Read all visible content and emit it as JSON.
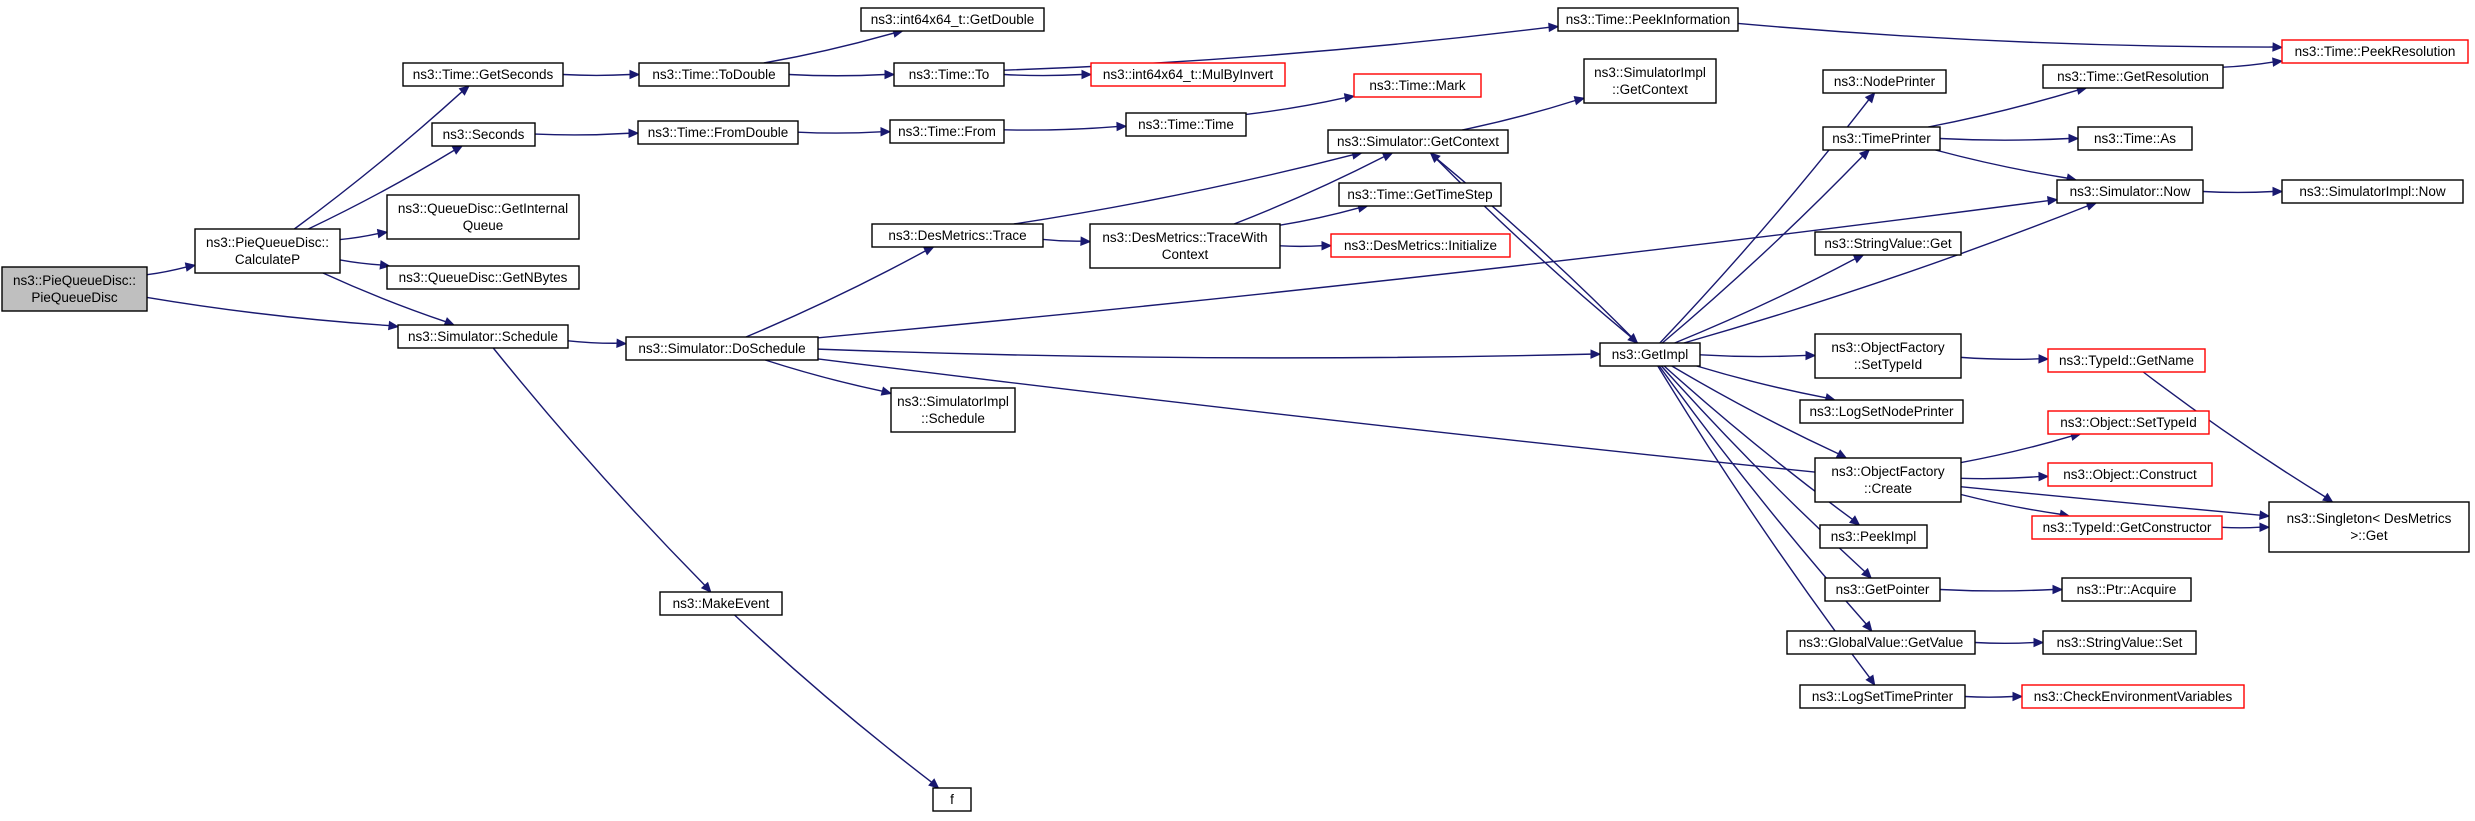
{
  "diagram": {
    "nodes": [
      {
        "id": "root",
        "lines": [
          "ns3::PieQueueDisc::",
          "PieQueueDisc"
        ],
        "style": "root"
      },
      {
        "id": "calcp",
        "lines": [
          "ns3::PieQueueDisc::",
          "CalculateP"
        ],
        "style": "normal"
      },
      {
        "id": "getsec",
        "lines": [
          "ns3::Time::GetSeconds"
        ],
        "style": "normal"
      },
      {
        "id": "seconds",
        "lines": [
          "ns3::Seconds"
        ],
        "style": "normal"
      },
      {
        "id": "getiq",
        "lines": [
          "ns3::QueueDisc::GetInternal",
          "Queue"
        ],
        "style": "normal"
      },
      {
        "id": "getnb",
        "lines": [
          "ns3::QueueDisc::GetNBytes"
        ],
        "style": "normal"
      },
      {
        "id": "sched",
        "lines": [
          "ns3::Simulator::Schedule"
        ],
        "style": "normal"
      },
      {
        "id": "todbl",
        "lines": [
          "ns3::Time::ToDouble"
        ],
        "style": "normal"
      },
      {
        "id": "fromdbl",
        "lines": [
          "ns3::Time::FromDouble"
        ],
        "style": "normal"
      },
      {
        "id": "dosched",
        "lines": [
          "ns3::Simulator::DoSchedule"
        ],
        "style": "normal"
      },
      {
        "id": "makeev",
        "lines": [
          "ns3::MakeEvent"
        ],
        "style": "normal"
      },
      {
        "id": "f",
        "lines": [
          "f"
        ],
        "style": "normal"
      },
      {
        "id": "getdbl",
        "lines": [
          "ns3::int64x64_t::GetDouble"
        ],
        "style": "normal"
      },
      {
        "id": "timeto",
        "lines": [
          "ns3::Time::To"
        ],
        "style": "normal"
      },
      {
        "id": "timefrom",
        "lines": [
          "ns3::Time::From"
        ],
        "style": "normal"
      },
      {
        "id": "mulby",
        "lines": [
          "ns3::int64x64_t::MulByInvert"
        ],
        "style": "truncated"
      },
      {
        "id": "timetime",
        "lines": [
          "ns3::Time::Time"
        ],
        "style": "normal"
      },
      {
        "id": "dmtrace",
        "lines": [
          "ns3::DesMetrics::Trace"
        ],
        "style": "normal"
      },
      {
        "id": "dmtwc",
        "lines": [
          "ns3::DesMetrics::TraceWith",
          "Context"
        ],
        "style": "normal"
      },
      {
        "id": "simimplsched",
        "lines": [
          "ns3::SimulatorImpl",
          "::Schedule"
        ],
        "style": "normal"
      },
      {
        "id": "peekinfo",
        "lines": [
          "ns3::Time::PeekInformation"
        ],
        "style": "normal"
      },
      {
        "id": "mark",
        "lines": [
          "ns3::Time::Mark"
        ],
        "style": "truncated"
      },
      {
        "id": "getctx",
        "lines": [
          "ns3::Simulator::GetContext"
        ],
        "style": "normal"
      },
      {
        "id": "simimplctx",
        "lines": [
          "ns3::SimulatorImpl",
          "::GetContext"
        ],
        "style": "normal"
      },
      {
        "id": "gettimestep",
        "lines": [
          "ns3::Time::GetTimeStep"
        ],
        "style": "normal"
      },
      {
        "id": "dminit",
        "lines": [
          "ns3::DesMetrics::Initialize"
        ],
        "style": "truncated"
      },
      {
        "id": "getimpl",
        "lines": [
          "ns3::GetImpl"
        ],
        "style": "normal"
      },
      {
        "id": "nodeprinter",
        "lines": [
          "ns3::NodePrinter"
        ],
        "style": "normal"
      },
      {
        "id": "timeprinter",
        "lines": [
          "ns3::TimePrinter"
        ],
        "style": "normal"
      },
      {
        "id": "svget",
        "lines": [
          "ns3::StringValue::Get"
        ],
        "style": "normal"
      },
      {
        "id": "ofsettid",
        "lines": [
          "ns3::ObjectFactory",
          "::SetTypeId"
        ],
        "style": "normal"
      },
      {
        "id": "logsetnp",
        "lines": [
          "ns3::LogSetNodePrinter"
        ],
        "style": "normal"
      },
      {
        "id": "ofcreate",
        "lines": [
          "ns3::ObjectFactory",
          "::Create"
        ],
        "style": "normal"
      },
      {
        "id": "peekimpl",
        "lines": [
          "ns3::PeekImpl"
        ],
        "style": "normal"
      },
      {
        "id": "getptr",
        "lines": [
          "ns3::GetPointer"
        ],
        "style": "normal"
      },
      {
        "id": "gvgetval",
        "lines": [
          "ns3::GlobalValue::GetValue"
        ],
        "style": "normal"
      },
      {
        "id": "logsettp",
        "lines": [
          "ns3::LogSetTimePrinter"
        ],
        "style": "normal"
      },
      {
        "id": "getres",
        "lines": [
          "ns3::Time::GetResolution"
        ],
        "style": "normal"
      },
      {
        "id": "timeas",
        "lines": [
          "ns3::Time::As"
        ],
        "style": "normal"
      },
      {
        "id": "simnow",
        "lines": [
          "ns3::Simulator::Now"
        ],
        "style": "normal"
      },
      {
        "id": "tidgetname",
        "lines": [
          "ns3::TypeId::GetName"
        ],
        "style": "truncated"
      },
      {
        "id": "objsettid",
        "lines": [
          "ns3::Object::SetTypeId"
        ],
        "style": "truncated"
      },
      {
        "id": "objconstruct",
        "lines": [
          "ns3::Object::Construct"
        ],
        "style": "truncated"
      },
      {
        "id": "tidgetctor",
        "lines": [
          "ns3::TypeId::GetConstructor"
        ],
        "style": "truncated"
      },
      {
        "id": "ptracq",
        "lines": [
          "ns3::Ptr::Acquire"
        ],
        "style": "normal"
      },
      {
        "id": "svset",
        "lines": [
          "ns3::StringValue::Set"
        ],
        "style": "normal"
      },
      {
        "id": "checkenv",
        "lines": [
          "ns3::CheckEnvironmentVariables"
        ],
        "style": "truncated"
      },
      {
        "id": "peekres",
        "lines": [
          "ns3::Time::PeekResolution"
        ],
        "style": "truncated"
      },
      {
        "id": "simimplnow",
        "lines": [
          "ns3::SimulatorImpl::Now"
        ],
        "style": "normal"
      },
      {
        "id": "singleton",
        "lines": [
          "ns3::Singleton< DesMetrics",
          " >::Get"
        ],
        "style": "normal"
      }
    ],
    "edges": [
      {
        "from": "root",
        "to": "calcp"
      },
      {
        "from": "root",
        "to": "sched"
      },
      {
        "from": "calcp",
        "to": "getsec"
      },
      {
        "from": "calcp",
        "to": "seconds"
      },
      {
        "from": "calcp",
        "to": "getiq"
      },
      {
        "from": "calcp",
        "to": "getnb"
      },
      {
        "from": "calcp",
        "to": "sched"
      },
      {
        "from": "getsec",
        "to": "todbl"
      },
      {
        "from": "seconds",
        "to": "fromdbl"
      },
      {
        "from": "todbl",
        "to": "getdbl"
      },
      {
        "from": "todbl",
        "to": "timeto"
      },
      {
        "from": "timeto",
        "to": "peekinfo"
      },
      {
        "from": "timeto",
        "to": "mulby"
      },
      {
        "from": "peekinfo",
        "to": "peekres"
      },
      {
        "from": "fromdbl",
        "to": "timefrom"
      },
      {
        "from": "timefrom",
        "to": "timetime"
      },
      {
        "from": "timetime",
        "to": "mark"
      },
      {
        "from": "sched",
        "to": "dosched"
      },
      {
        "from": "sched",
        "to": "makeev"
      },
      {
        "from": "makeev",
        "to": "f"
      },
      {
        "from": "dosched",
        "to": "dmtrace"
      },
      {
        "from": "dosched",
        "to": "simimplsched"
      },
      {
        "from": "dosched",
        "to": "getimpl"
      },
      {
        "from": "dosched",
        "to": "simnow"
      },
      {
        "from": "dosched",
        "to": "singleton"
      },
      {
        "from": "dmtrace",
        "to": "dmtwc"
      },
      {
        "from": "dmtrace",
        "to": "getctx"
      },
      {
        "from": "dmtwc",
        "to": "getctx"
      },
      {
        "from": "dmtwc",
        "to": "gettimestep"
      },
      {
        "from": "dmtwc",
        "to": "dminit"
      },
      {
        "from": "getctx",
        "to": "simimplctx"
      },
      {
        "from": "getctx",
        "to": "getimpl"
      },
      {
        "from": "getimpl",
        "to": "getctx"
      },
      {
        "from": "getimpl",
        "to": "nodeprinter"
      },
      {
        "from": "getimpl",
        "to": "timeprinter"
      },
      {
        "from": "getimpl",
        "to": "simnow"
      },
      {
        "from": "getimpl",
        "to": "svget"
      },
      {
        "from": "getimpl",
        "to": "ofsettid"
      },
      {
        "from": "getimpl",
        "to": "logsetnp"
      },
      {
        "from": "getimpl",
        "to": "ofcreate"
      },
      {
        "from": "getimpl",
        "to": "peekimpl"
      },
      {
        "from": "getimpl",
        "to": "getptr"
      },
      {
        "from": "getimpl",
        "to": "gvgetval"
      },
      {
        "from": "getimpl",
        "to": "logsettp"
      },
      {
        "from": "timeprinter",
        "to": "getres"
      },
      {
        "from": "timeprinter",
        "to": "timeas"
      },
      {
        "from": "timeprinter",
        "to": "simnow"
      },
      {
        "from": "getres",
        "to": "peekres"
      },
      {
        "from": "simnow",
        "to": "simimplnow"
      },
      {
        "from": "ofsettid",
        "to": "tidgetname"
      },
      {
        "from": "tidgetname",
        "to": "singleton"
      },
      {
        "from": "ofcreate",
        "to": "objsettid"
      },
      {
        "from": "ofcreate",
        "to": "objconstruct"
      },
      {
        "from": "ofcreate",
        "to": "tidgetctor"
      },
      {
        "from": "tidgetctor",
        "to": "singleton"
      },
      {
        "from": "getptr",
        "to": "ptracq"
      },
      {
        "from": "gvgetval",
        "to": "svset"
      },
      {
        "from": "logsettp",
        "to": "checkenv"
      }
    ],
    "colors": {
      "edge": "#191970",
      "truncated_border": "#ff0000",
      "root_fill": "#bfbfbf",
      "border": "#000000"
    }
  }
}
